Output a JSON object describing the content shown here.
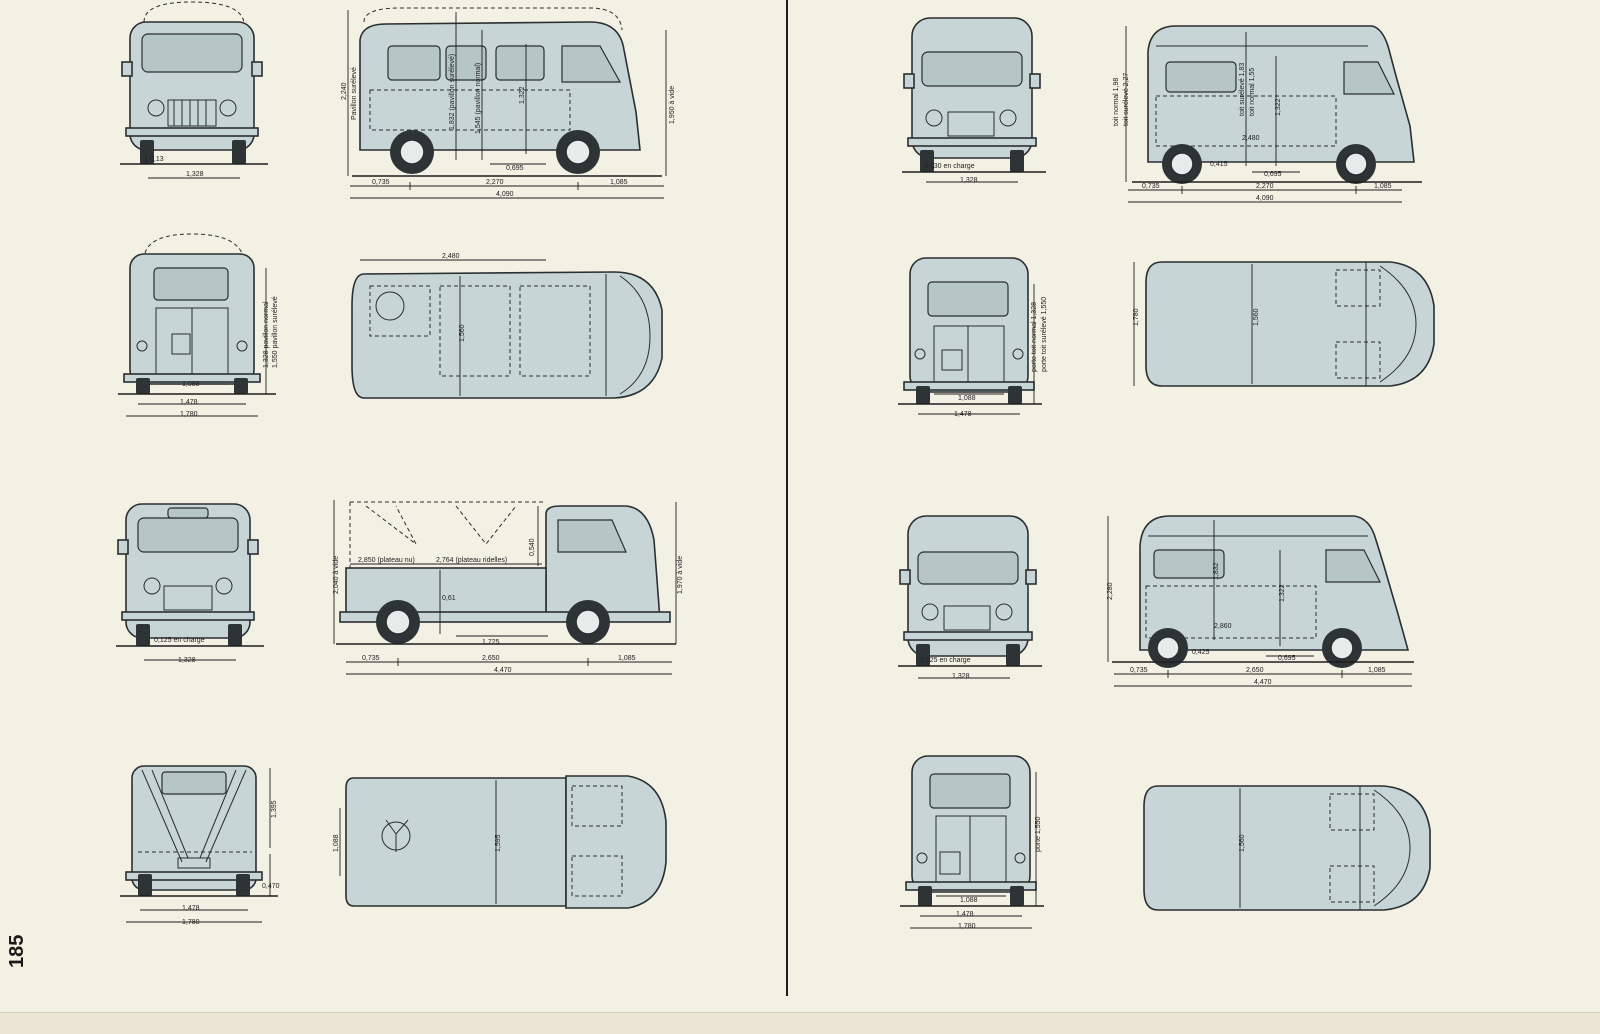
{
  "page_number": "185",
  "left_page": {
    "minibus": {
      "side": {
        "height_total": "2,240",
        "roof_label": "Pavillon surélevé",
        "interior_high": "1,832 (pavillon surélevé)",
        "interior_normal": "1,545 (pavillon normal)",
        "door_height": "1,322",
        "height_empty": "1,950 à vide",
        "door_width": "0,695",
        "front_overhang": "0,735",
        "wheelbase": "2,270",
        "rear_overhang": "1,085",
        "length": "4,090"
      },
      "front": {
        "ground_clearance": "0,13",
        "track": "1,328"
      },
      "rear": {
        "door_opening_normal": "1,328 pavillon normal",
        "door_opening_high": "1,550 pavillon surélevé",
        "door_width": "1,088",
        "track": "1,478",
        "width": "1,780"
      },
      "top": {
        "interior_length": "2,480",
        "interior_width": "1,560"
      }
    },
    "pickup": {
      "front": {
        "ground_clearance": "0,125 en charge",
        "track": "1,328"
      },
      "side": {
        "height_empty": "2,040 à vide",
        "bed_bare": "2,850 (plateau nu)",
        "bed_sides": "2,764 (plateau ridelles)",
        "tarp_height": "0,540",
        "bed_height": "0,61",
        "cab_height": "1,970 à vide",
        "rear_dim": "1,725",
        "front_overhang": "0,735",
        "wheelbase": "2,650",
        "rear_overhang": "1,085",
        "length": "4,470"
      },
      "rear": {
        "height": "1,395",
        "bed_floor": "0,470",
        "track": "1,478",
        "width": "1,780"
      },
      "top": {
        "spare_zone": "1,088",
        "bed_width": "1,595"
      }
    }
  },
  "right_page": {
    "van_short": {
      "front": {
        "ground_clearance": "0,130 en charge",
        "track": "1,328"
      },
      "side": {
        "roof_normal": "toit normal 1,98",
        "roof_high": "toit surélevé 2,27",
        "interior_high": "toit surélevé 1,83",
        "interior_normal": "toit normal 1,55",
        "door_height": "1,322",
        "load_length": "2,480",
        "floor_height": "0,415",
        "door_width": "0,695",
        "front_overhang": "0,735",
        "wheelbase": "2,270",
        "rear_overhang": "1,085",
        "length": "4,090"
      },
      "rear": {
        "door_normal": "porte toit normal 1,328",
        "door_high": "porte toit surélevé 1,550",
        "door_width": "1,088",
        "track": "1,478"
      },
      "top": {
        "width": "1,780",
        "interior_width": "1,560"
      }
    },
    "van_long": {
      "front": {
        "ground_clearance": "0,125 en charge",
        "track": "1,328"
      },
      "side": {
        "height": "2,280",
        "interior": "1,832",
        "door_height": "1,322",
        "load_length": "2,860",
        "floor_height": "0,425",
        "door_width": "0,695",
        "front_overhang": "0,735",
        "wheelbase": "2,650",
        "rear_overhang": "1,085",
        "length": "4,470"
      },
      "rear": {
        "door": "porte 1,550",
        "door_width": "1,088",
        "track": "1,478",
        "width": "1,780"
      },
      "top": {
        "interior_width": "1,560"
      }
    }
  }
}
